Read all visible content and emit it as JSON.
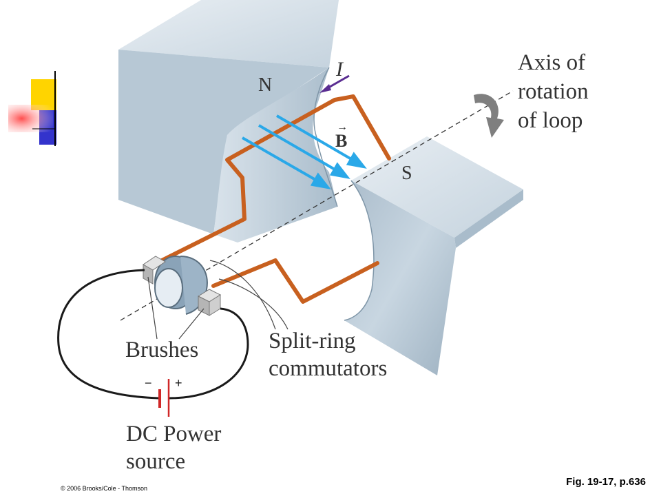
{
  "labels": {
    "axis_line1": "Axis of",
    "axis_line2": "rotation",
    "axis_line3": "of loop",
    "current": "I",
    "field": "B",
    "north": "N",
    "south": "S",
    "brushes": "Brushes",
    "commutator_line1": "Split-ring",
    "commutator_line2": "commutators",
    "power_line1": "DC Power",
    "power_line2": "source",
    "minus": "−",
    "plus": "+"
  },
  "caption": "Fig. 19-17, p.636",
  "copyright": "© 2006 Brooks/Cole - Thomson",
  "colors": {
    "magnet_face": "#c4d3df",
    "magnet_top": "#dde6ee",
    "magnet_dark": "#8fa5b7",
    "wire": "#c8601f",
    "field_arrow": "#2aa8e8",
    "current_arrow": "#5a2d91",
    "rotation_arrow": "#7f7f7f",
    "battery": "#d02828"
  }
}
